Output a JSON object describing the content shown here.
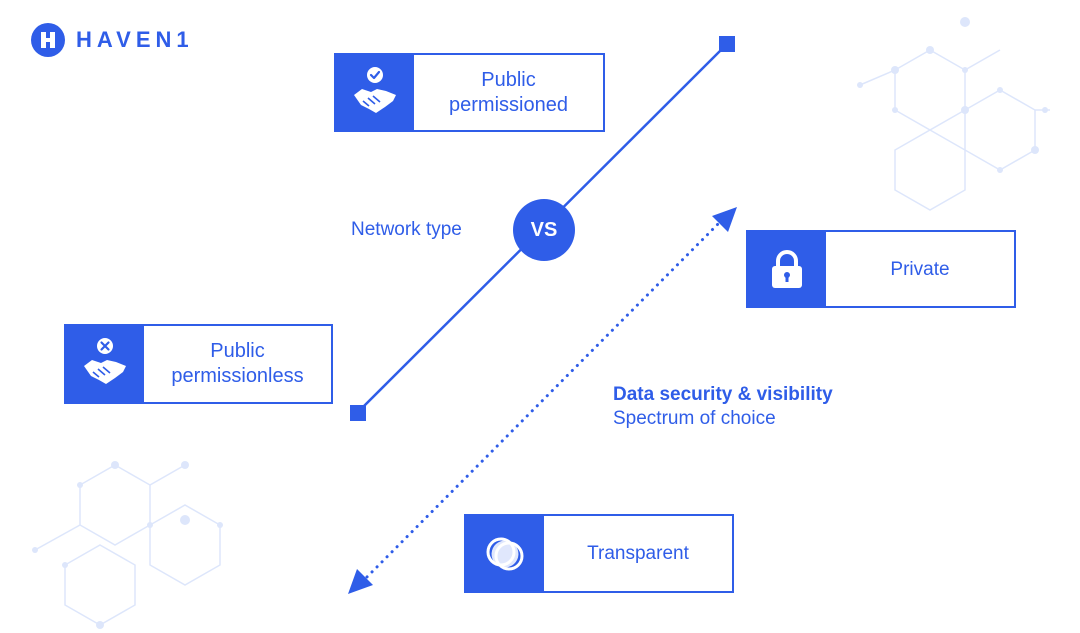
{
  "brand": {
    "name": "HAVEN1",
    "color": "#2f5de8"
  },
  "network_axis": {
    "label": "Network type",
    "vs": "VS"
  },
  "spectrum": {
    "title": "Data security & visibility",
    "subtitle": "Spectrum of choice"
  },
  "cards": {
    "permissioned": {
      "label": "Public permissioned",
      "icon": "handshake-check-icon"
    },
    "permissionless": {
      "label": "Public permissionless",
      "icon": "handshake-x-icon"
    },
    "private": {
      "label": "Private",
      "icon": "lock-icon"
    },
    "transparent": {
      "label": "Transparent",
      "icon": "overlapping-circles-icon"
    }
  }
}
